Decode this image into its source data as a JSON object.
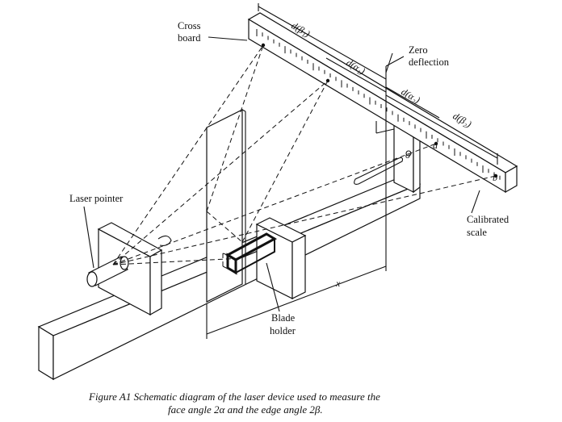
{
  "labels": {
    "cross_board": [
      "Cross",
      "board"
    ],
    "zero_deflection": [
      "Zero",
      "deflection"
    ],
    "laser_pointer": "Laser pointer",
    "calibrated_scale": [
      "Calibrated",
      "scale"
    ],
    "blade_holder": [
      "Blade",
      "holder"
    ],
    "distance_x": "x"
  },
  "dimensions": {
    "d_beta_1": "d(β₁)",
    "d_alpha_1": "d(α₁)",
    "d_alpha_2": "d(α₂)",
    "d_beta_2": "d(β₂)"
  },
  "points": {
    "a": "a",
    "b": "b",
    "o": "o"
  },
  "caption": {
    "line1": "Figure A1  Schematic diagram of the laser device used to measure the",
    "line2": "face angle 2α and the edge angle 2β."
  }
}
